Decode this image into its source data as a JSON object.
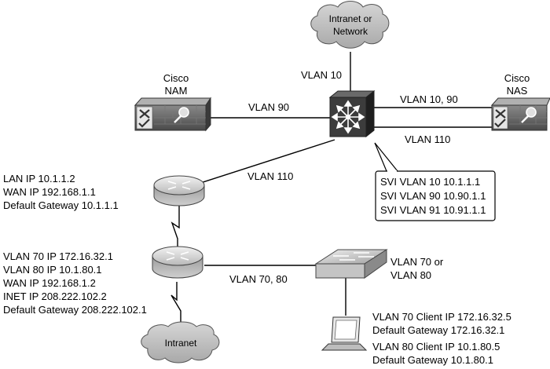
{
  "clouds": {
    "top": {
      "line1": "Intranet or",
      "line2": "Network"
    },
    "bottom": {
      "label": "Intranet"
    }
  },
  "devices": {
    "nam": {
      "line1": "Cisco",
      "line2": "NAM"
    },
    "nas": {
      "line1": "Cisco",
      "line2": "NAS"
    }
  },
  "links": {
    "cloud_to_switch": "VLAN 10",
    "nam_to_switch": "VLAN 90",
    "switch_to_nas_a": "VLAN 10, 90",
    "switch_to_nas_b": "VLAN 110",
    "switch_to_router1": "VLAN 110",
    "router2_to_switch2": "VLAN 70, 80",
    "switch2_port": {
      "line1": "VLAN 70 or",
      "line2": "VLAN 80"
    }
  },
  "svi_callout": [
    "SVI VLAN 10 10.1.1.1",
    "SVI VLAN 90 10.90.1.1",
    "SVI VLAN 91 10.91.1.1"
  ],
  "router1_info": [
    "LAN IP 10.1.1.2",
    "WAN IP 192.168.1.1",
    "Default Gateway 10.1.1.1"
  ],
  "router2_info": [
    "VLAN 70 IP 172.16.32.1",
    "VLAN 80 IP 10.1.80.1",
    "WAN IP 192.168.1.2",
    "INET IP 208.222.102.2",
    "Default Gateway 208.222.102.1"
  ],
  "client_info": [
    "VLAN 70 Client IP 172.16.32.5",
    "Default Gateway 172.16.32.1",
    "VLAN 80 Client IP 10.1.80.5",
    "Default Gateway 10.1.80.1"
  ]
}
